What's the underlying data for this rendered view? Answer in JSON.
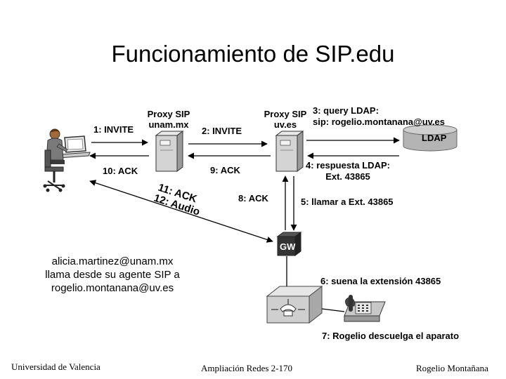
{
  "title": "Funcionamiento de SIP.edu",
  "labels": {
    "invite1": "1: INVITE",
    "proxy_unam_line1": "Proxy SIP",
    "proxy_unam_line2": "unam.mx",
    "invite2": "2: INVITE",
    "proxy_uv_line1": "Proxy SIP",
    "proxy_uv_line2": "uv.es",
    "query_ldap_line1": "3: query LDAP:",
    "query_ldap_line2": "sip: rogelio.montanana@uv.es",
    "ldap": "LDAP",
    "ack10": "10: ACK",
    "ack9": "9: ACK",
    "ldap_reply_line1": "4: respuesta LDAP:",
    "ldap_reply_line2": "Ext. 43865",
    "ack11": "11: ACK",
    "audio12": "12: Audio",
    "ack8": "8: ACK",
    "call_ext": "5: llamar a Ext. 43865",
    "gw": "GW",
    "ring_ext": "6: suena la extensión 43865",
    "pickup": "7: Rogelio descuelga el aparato"
  },
  "description": {
    "line1": "alicia.martinez@unam.mx",
    "line2": "llama desde su agente SIP a",
    "line3": "rogelio.montanana@uv.es"
  },
  "footer": {
    "left": "Universidad de Valencia",
    "center": "Ampliación Redes 2-170",
    "right": "Rogelio Montañana"
  },
  "colors": {
    "ldap_fill": "#b4b4b4",
    "server_fill": "#d4d4d4",
    "gw_fill": "#333333",
    "arrow": "#000000"
  }
}
